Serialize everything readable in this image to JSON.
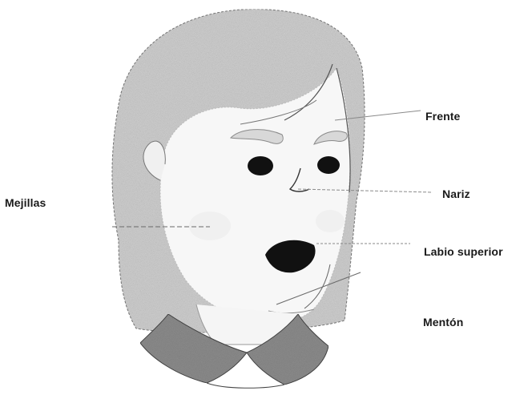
{
  "diagram": {
    "labels": {
      "frente": "Frente",
      "nariz": "Nariz",
      "mejillas": "Mejillas",
      "labio_superior": "Labio superior",
      "menton": "Mentón"
    },
    "colors": {
      "hair_fill": "#d2d2d2",
      "skin_fill": "#f7f7f7",
      "collar_fill": "#8e8e8e",
      "feature_fill": "#111111",
      "outline": "#555555",
      "leader_line": "#8a8a8a"
    }
  }
}
